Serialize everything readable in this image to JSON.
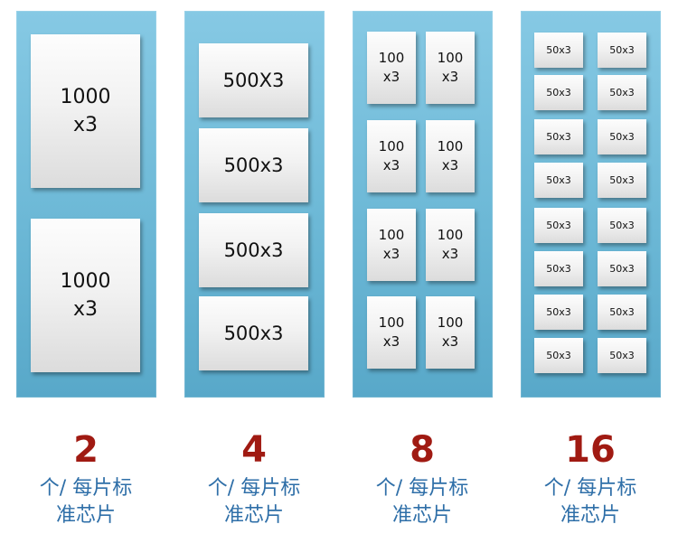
{
  "columns": [
    {
      "count": "2",
      "caption": "个/ 每片标\n准芯片",
      "chip_label": "1000\nx3",
      "chips": [
        "1000\nx3",
        "1000\nx3"
      ]
    },
    {
      "count": "4",
      "caption": "个/ 每片标\n准芯片",
      "chip_label": "500x3",
      "chips": [
        "500X3",
        "500x3",
        "500x3",
        "500x3"
      ]
    },
    {
      "count": "8",
      "caption": "个/ 每片标\n准芯片",
      "chip_label": "100\nx3",
      "chips": [
        "100\nx3",
        "100\nx3",
        "100\nx3",
        "100\nx3",
        "100\nx3",
        "100\nx3",
        "100\nx3",
        "100\nx3"
      ]
    },
    {
      "count": "16",
      "caption": "个/ 每片标\n准芯片",
      "chip_label": "50x3",
      "chips": [
        "50x3",
        "50x3",
        "50x3",
        "50x3",
        "50x3",
        "50x3",
        "50x3",
        "50x3",
        "50x3",
        "50x3",
        "50x3",
        "50x3",
        "50x3",
        "50x3",
        "50x3",
        "50x3"
      ]
    }
  ],
  "colors": {
    "panel": "#6cb8d6",
    "count": "#a01a12",
    "caption": "#2f6fa8"
  }
}
